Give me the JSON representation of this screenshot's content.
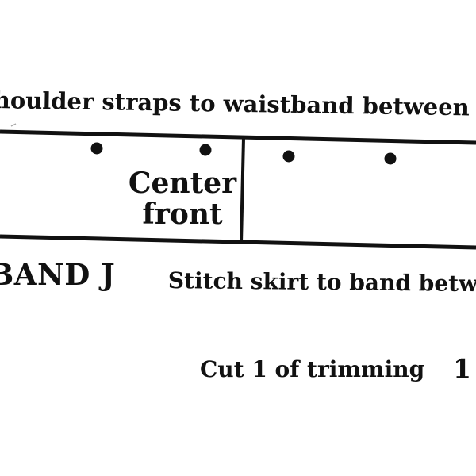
{
  "pattern": {
    "top_instruction": "houlder straps to waistband between c",
    "band_label": "BAND J",
    "band_instruction": "Stitch skirt to band betw",
    "cut_instruction": "Cut 1 of trimming",
    "corner_number": "1",
    "center_label_line1": "Center",
    "center_label_line2": "front",
    "ink_color": "#111111",
    "paper_color": "#ffffff"
  }
}
